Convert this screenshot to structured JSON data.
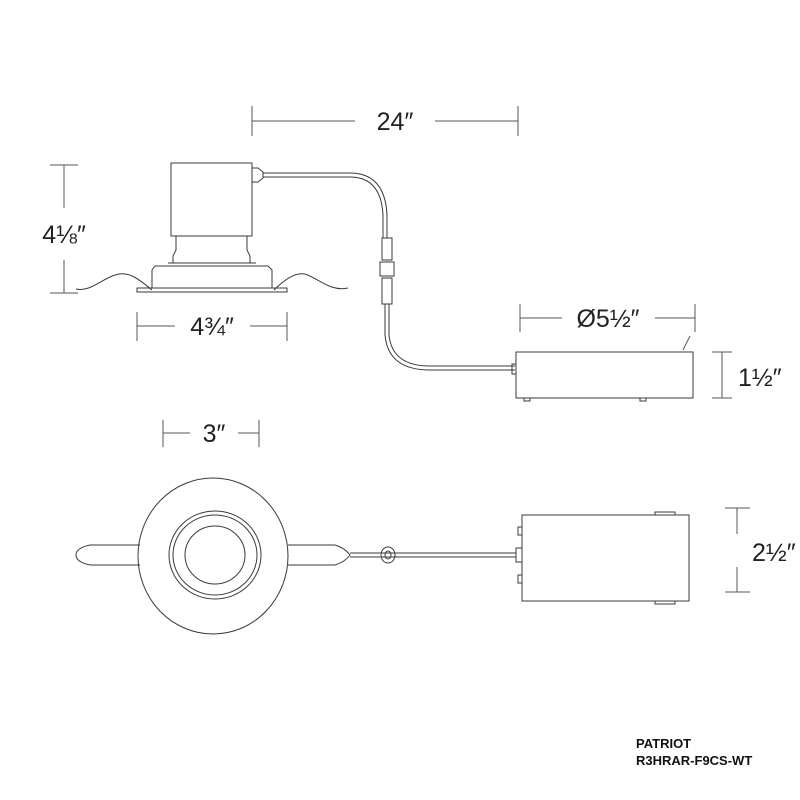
{
  "dimensions": {
    "cable_length": "24″",
    "fixture_height": "4⅛″",
    "trim_width": "4¾″",
    "driver_length": "Ø5½″",
    "driver_height": "1½″",
    "cutout": "3″",
    "driver_width": "2½″"
  },
  "caption": {
    "brand": "PATRIOT",
    "model": "R3HRAR-F9CS-WT"
  }
}
